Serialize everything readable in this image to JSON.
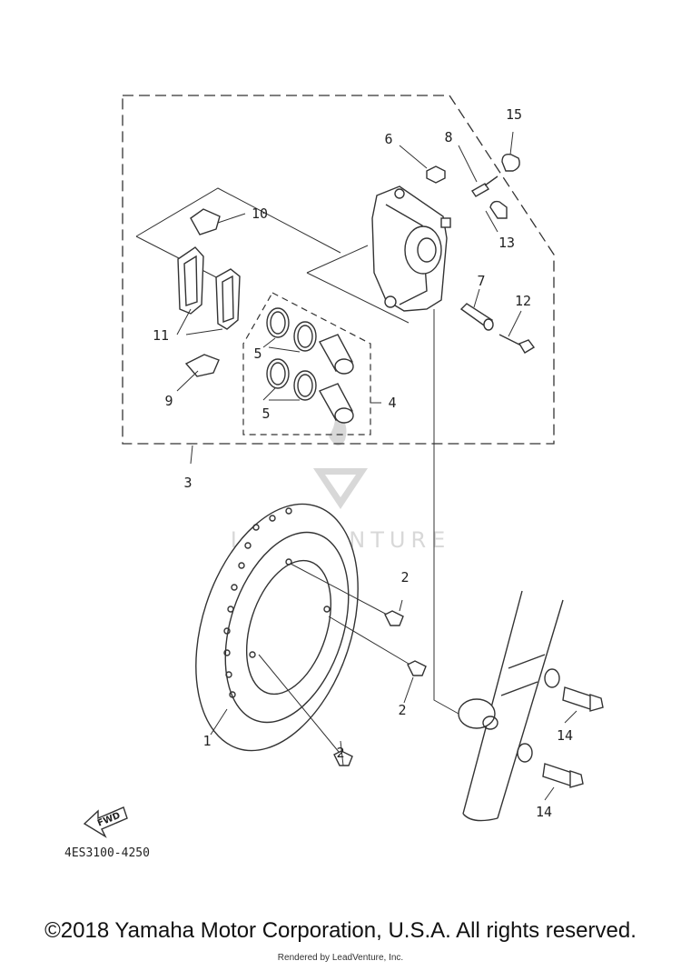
{
  "diagram": {
    "callouts": {
      "c1": "1",
      "c2a": "2",
      "c2b": "2",
      "c2c": "2",
      "c3": "3",
      "c4": "4",
      "c5a": "5",
      "c5b": "5",
      "c6": "6",
      "c7": "7",
      "c8": "8",
      "c9": "9",
      "c10": "10",
      "c11": "11",
      "c12": "12",
      "c13": "13",
      "c14a": "14",
      "c14b": "14",
      "c15": "15"
    },
    "fwd_label": "FWD",
    "part_code": "4ES3100-4250",
    "watermark_text": "LEADVENTURE"
  },
  "footer": {
    "copyright": "©2018 Yamaha Motor Corporation, U.S.A. All rights reserved.",
    "rendered_by": "Rendered by LeadVenture, Inc."
  }
}
